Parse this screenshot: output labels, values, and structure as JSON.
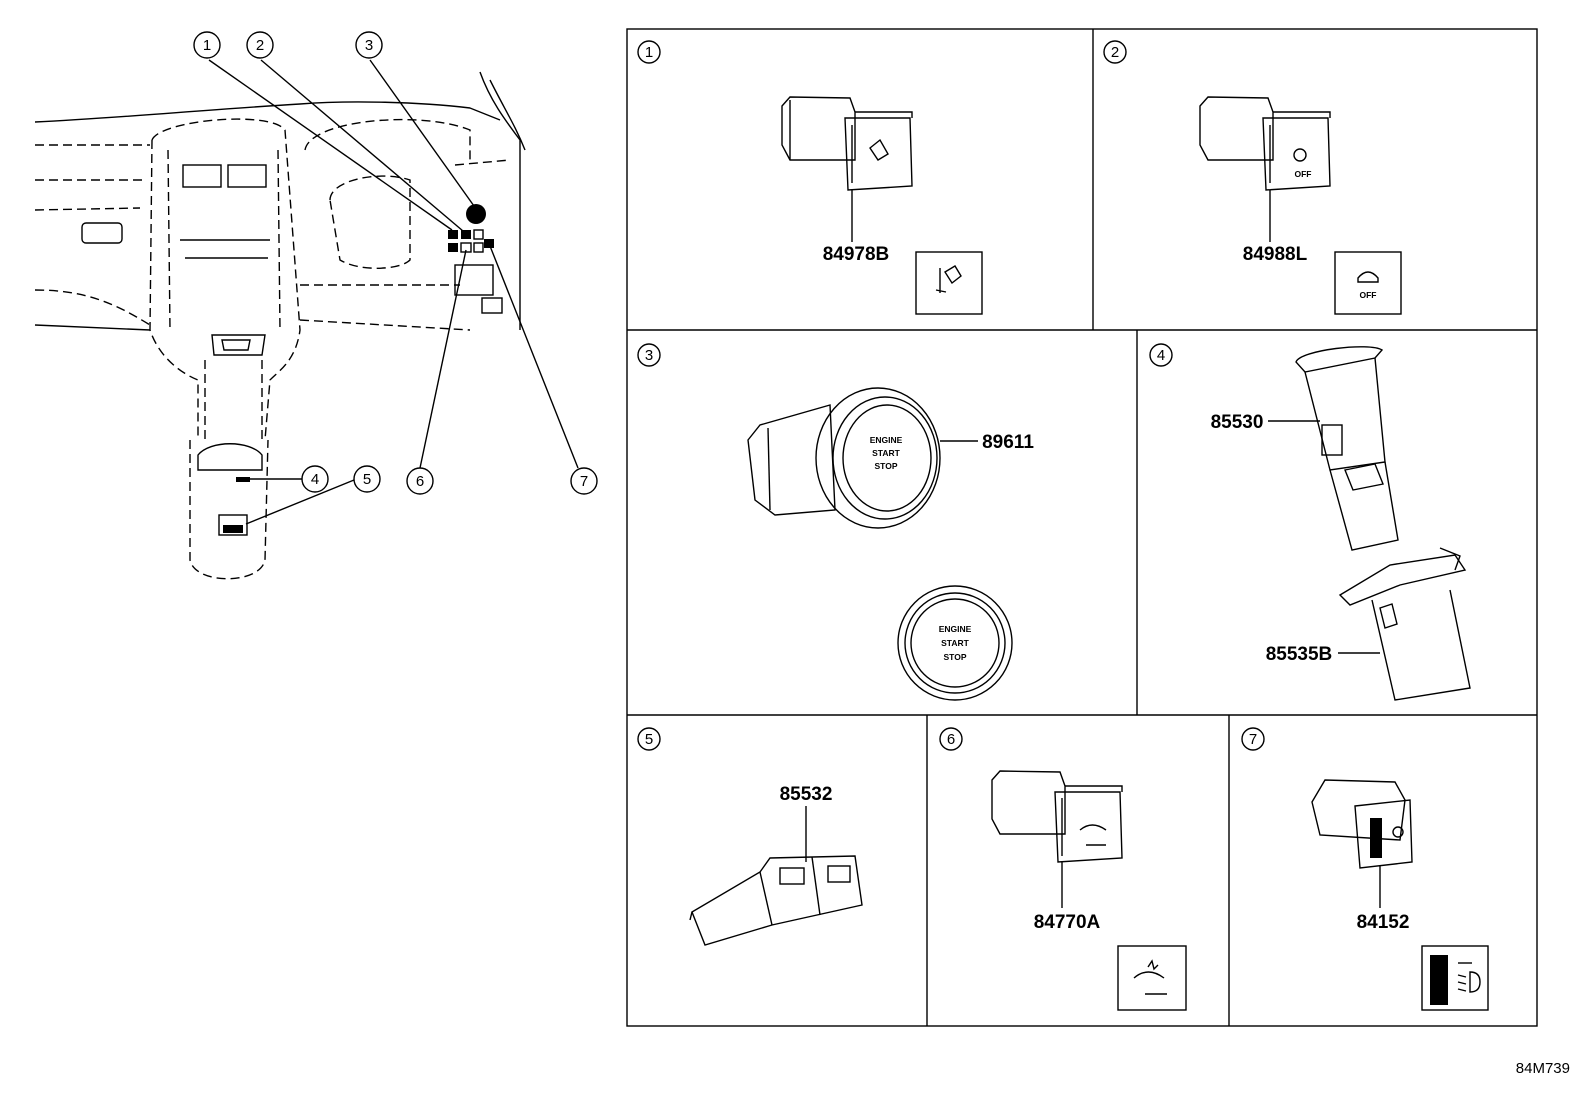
{
  "callouts": [
    "1",
    "2",
    "3",
    "4",
    "5",
    "6",
    "7"
  ],
  "panels": [
    {
      "id": "1",
      "part": "84978B"
    },
    {
      "id": "2",
      "part": "84988L"
    },
    {
      "id": "3",
      "part": "89611",
      "button_text": [
        "ENGINE",
        "START",
        "STOP"
      ]
    },
    {
      "id": "4",
      "parts": [
        "85530",
        "85535B"
      ]
    },
    {
      "id": "5",
      "part": "85532"
    },
    {
      "id": "6",
      "part": "84770A"
    },
    {
      "id": "7",
      "part": "84152"
    }
  ],
  "icon_labels": {
    "off": "OFF"
  },
  "diagram_code": "84M739"
}
